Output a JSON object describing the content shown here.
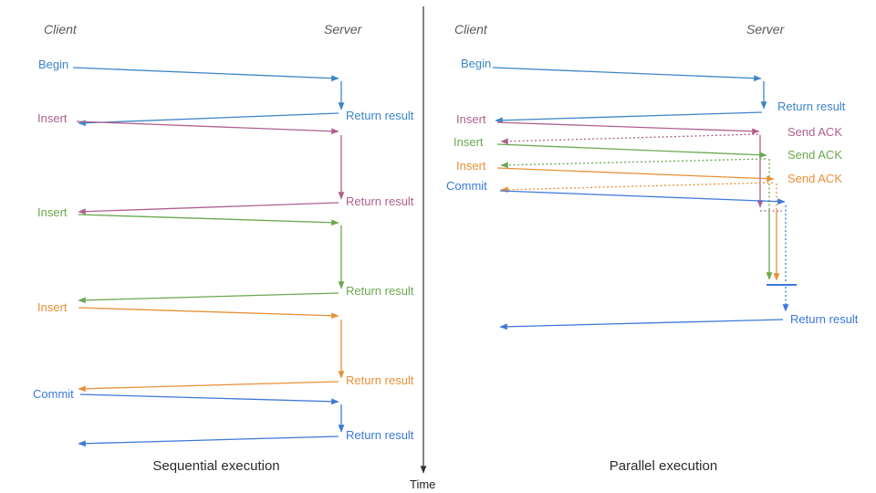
{
  "colors": {
    "blue": "#3d85c6",
    "commit_blue": "#3c78d8",
    "pink": "#b0608e",
    "green": "#6aa84f",
    "orange": "#e69138",
    "header_gray": "#595959",
    "axis_dark": "#333333"
  },
  "time_axis": {
    "label": "Time"
  },
  "panels": {
    "sequential": {
      "title": "Sequential execution",
      "client_header": "Client",
      "server_header": "Server",
      "operations": [
        {
          "request": "Begin",
          "response": "Return result"
        },
        {
          "request": "Insert",
          "response": "Return result"
        },
        {
          "request": "Insert",
          "response": "Return result"
        },
        {
          "request": "Insert",
          "response": "Return result"
        },
        {
          "request": "Commit",
          "response": "Return result"
        }
      ]
    },
    "parallel": {
      "title": "Parallel execution",
      "client_header": "Client",
      "server_header": "Server",
      "operations": [
        {
          "request": "Begin",
          "response": "Return result"
        },
        {
          "request": "Insert",
          "response": "Send ACK"
        },
        {
          "request": "Insert",
          "response": "Send ACK"
        },
        {
          "request": "Insert",
          "response": "Send ACK"
        },
        {
          "request": "Commit",
          "response": "Return result"
        }
      ]
    }
  }
}
